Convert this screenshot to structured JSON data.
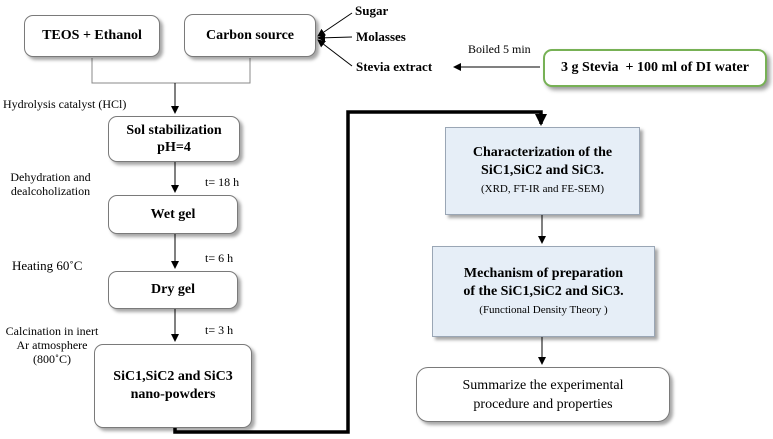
{
  "boxes": {
    "teos": "TEOS + Ethanol",
    "carbon": "Carbon source",
    "stevia_box": "3 g Stevia  + 100 ml of DI water",
    "sol_l1": "Sol stabilization",
    "sol_l2": "pH=4",
    "wet": "Wet gel",
    "dry": "Dry gel",
    "sic_l1": "SiC1,SiC2 and SiC3",
    "sic_l2": "nano-powders",
    "char_l1": "Characterization of the",
    "char_l2": "SiC1,SiC2 and SiC3.",
    "char_l3": "(XRD, FT-IR and FE-SEM)",
    "mech_l1": "Mechanism of preparation",
    "mech_l2": "of the SiC1,SiC2 and SiC3.",
    "mech_l3": "(Functional Density Theory )",
    "sum_l1": "Summarize the experimental",
    "sum_l2": "procedure and properties"
  },
  "sources": [
    "Sugar",
    "Molasses",
    "Stevia extract"
  ],
  "labels": {
    "boiled": "Boiled 5 min",
    "hydrolysis": "Hydrolysis catalyst (HCl)",
    "dehyd_l1": "Dehydration and",
    "dehyd_l2": "dealcoholization",
    "t18": "t= 18 h",
    "heating": "Heating 60˚C",
    "t6": "t= 6 h",
    "calc_l1": "Calcination in inert",
    "calc_l2": "Ar atmosphere",
    "calc_l3": "(800˚C)",
    "t3": "t= 3 h"
  },
  "colors": {
    "green_border": "#77b155",
    "blue_fill": "#e6eef7"
  }
}
